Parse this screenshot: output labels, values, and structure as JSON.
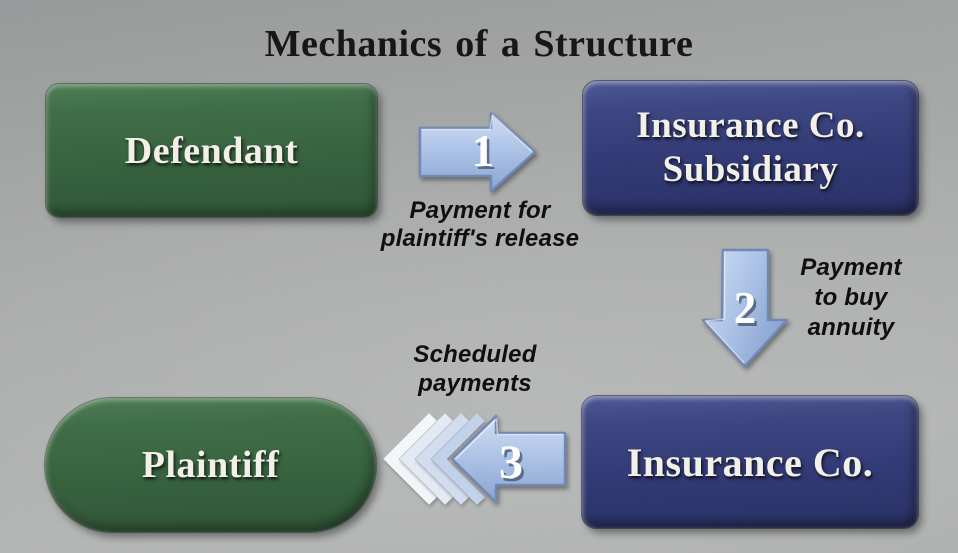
{
  "title": "Mechanics of a Structure",
  "nodes": {
    "defendant": {
      "label": "Defendant"
    },
    "insurance_subsidiary": {
      "line1": "Insurance Co.",
      "line2": "Subsidiary"
    },
    "insurance_co": {
      "label": "Insurance Co."
    },
    "plaintiff": {
      "label": "Plaintiff"
    }
  },
  "steps": {
    "step1": {
      "number": "1",
      "direction": "right",
      "line1": "Payment for",
      "line2": "plaintiff's release"
    },
    "step2": {
      "number": "2",
      "direction": "down",
      "line1": "Payment",
      "line2": "to buy",
      "line3": "annuity"
    },
    "step3": {
      "number": "3",
      "direction": "left",
      "line1": "Scheduled",
      "line2": "payments"
    }
  },
  "colors": {
    "background_gray": "#aaacab",
    "box_green": "#38653f",
    "box_navy": "#2f3875",
    "arrow_blue_face": "#aec5e9",
    "arrow_blue_border": "#7087b6",
    "node_text": "#f3f1ea",
    "flow_label_text": "#0b0b0b",
    "title_text": "#131313"
  }
}
